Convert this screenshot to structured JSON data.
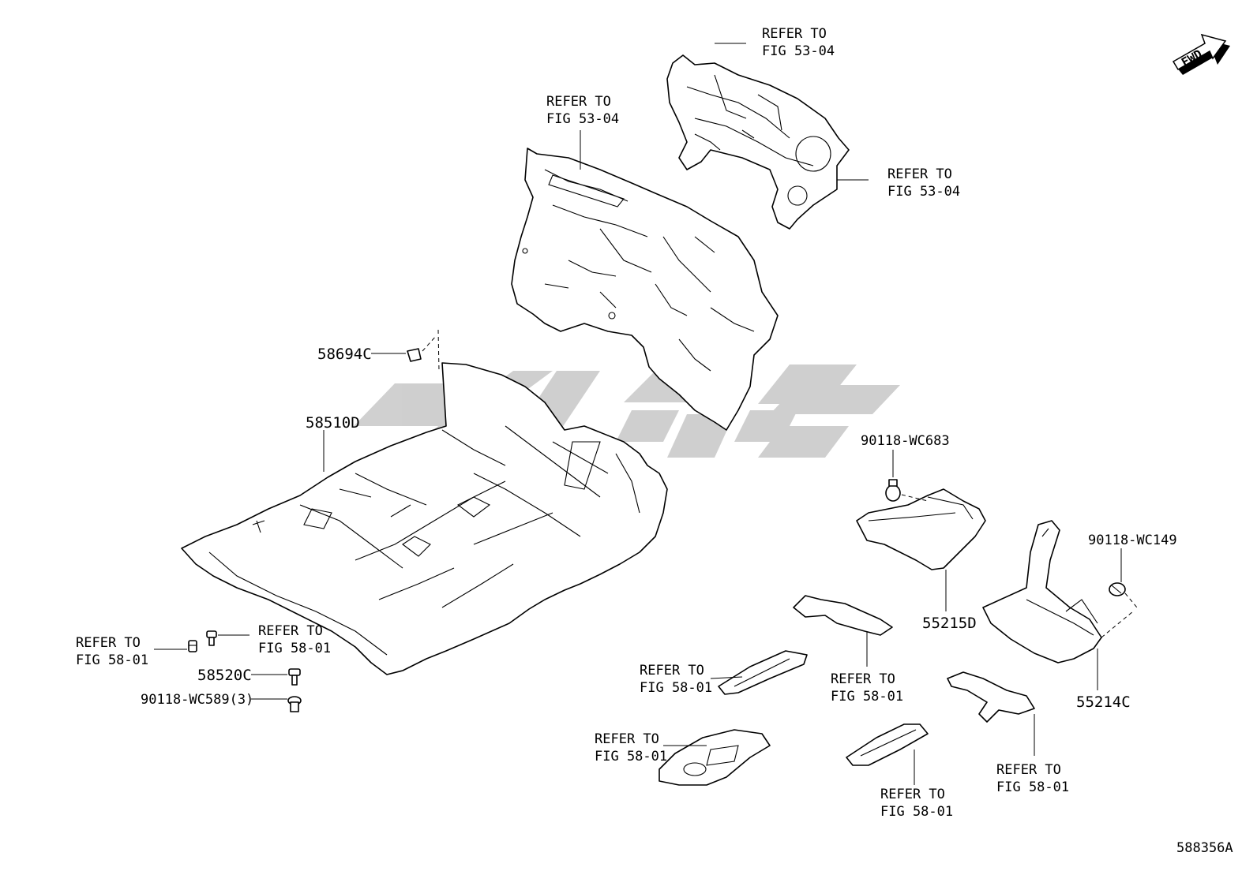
{
  "diagram": {
    "figure_id": "588356A",
    "fwd_label": "FWD",
    "watermark": "⧫⸠Ɐ",
    "callouts": {
      "refer_top_cap": [
        "REFER TO",
        "FIG 53-04"
      ],
      "refer_dash_upper": [
        "REFER TO",
        "FIG 53-04"
      ],
      "refer_dash_right": [
        "REFER TO",
        "FIG 53-04"
      ],
      "refer_bolt_left": [
        "REFER TO",
        "FIG 58-01"
      ],
      "refer_bolt_right": [
        "REFER TO",
        "FIG 58-01"
      ],
      "refer_pad_center": [
        "REFER TO",
        "FIG 58-01"
      ],
      "refer_pad_mid": [
        "REFER TO",
        "FIG 58-01"
      ],
      "refer_pad_lower_left": [
        "REFER TO",
        "FIG 58-01"
      ],
      "refer_pad_lower_mid": [
        "REFER TO",
        "FIG 58-01"
      ],
      "refer_pad_lower_right": [
        "REFER TO",
        "FIG 58-01"
      ]
    },
    "parts": {
      "p58694c": "58694C",
      "p58510d": "58510D",
      "p58520c": "58520C",
      "p90118_wc589": "90118-WC589(3)",
      "p90118_wc683": "90118-WC683",
      "p55215d": "55215D",
      "p90118_wc149": "90118-WC149",
      "p55214c": "55214C"
    }
  }
}
